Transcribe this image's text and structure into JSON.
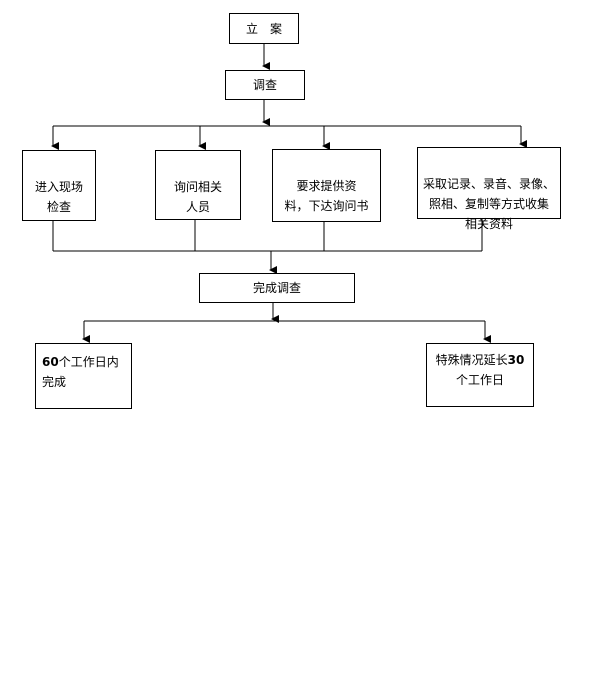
{
  "flowchart": {
    "filing": "立　案",
    "investigation": "调查",
    "methods": [
      "进入现场\n检查",
      "询问相关\n人员",
      "要求提供资\n料，下达询问书",
      "采取记录、录音、录像、\n照相、复制等方式收集\n相关资料"
    ],
    "complete": "完成调查",
    "deadline_normal": {
      "number": "60",
      "text": "个工作日内\n完成"
    },
    "deadline_special": {
      "text": "特殊情况延长",
      "number": "30",
      "text2": "\n个工作日"
    }
  }
}
